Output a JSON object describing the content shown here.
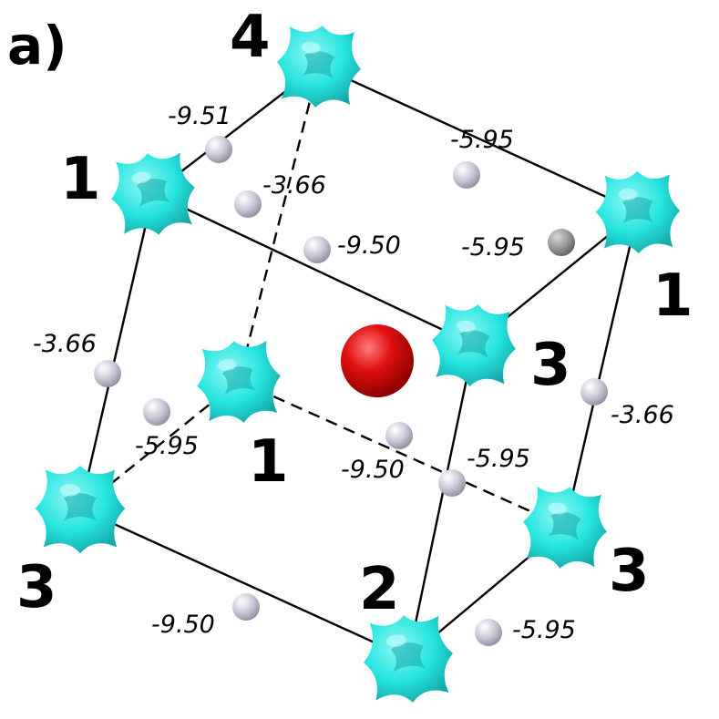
{
  "panel_label": "a)",
  "colors": {
    "cluster": "#27e5e0",
    "cluster_shadow": "#14a8a8",
    "cluster_highlight": "#8ff6f3",
    "center_atom": "#e01010",
    "center_atom_highlight": "#ff7a7a",
    "bond_node": "#c8c8d8",
    "bond_node_dark": "#9a9a9a"
  },
  "site_labels": [
    "4",
    "1",
    "1",
    "3",
    "1",
    "3",
    "3",
    "2"
  ],
  "bond_values": [
    "-9.51",
    "-3.66",
    "-5.95",
    "-9.50",
    "-5.95",
    "-3.66",
    "-3.66",
    "-5.95",
    "-9.50",
    "-5.95",
    "-9.50",
    "-5.95"
  ]
}
